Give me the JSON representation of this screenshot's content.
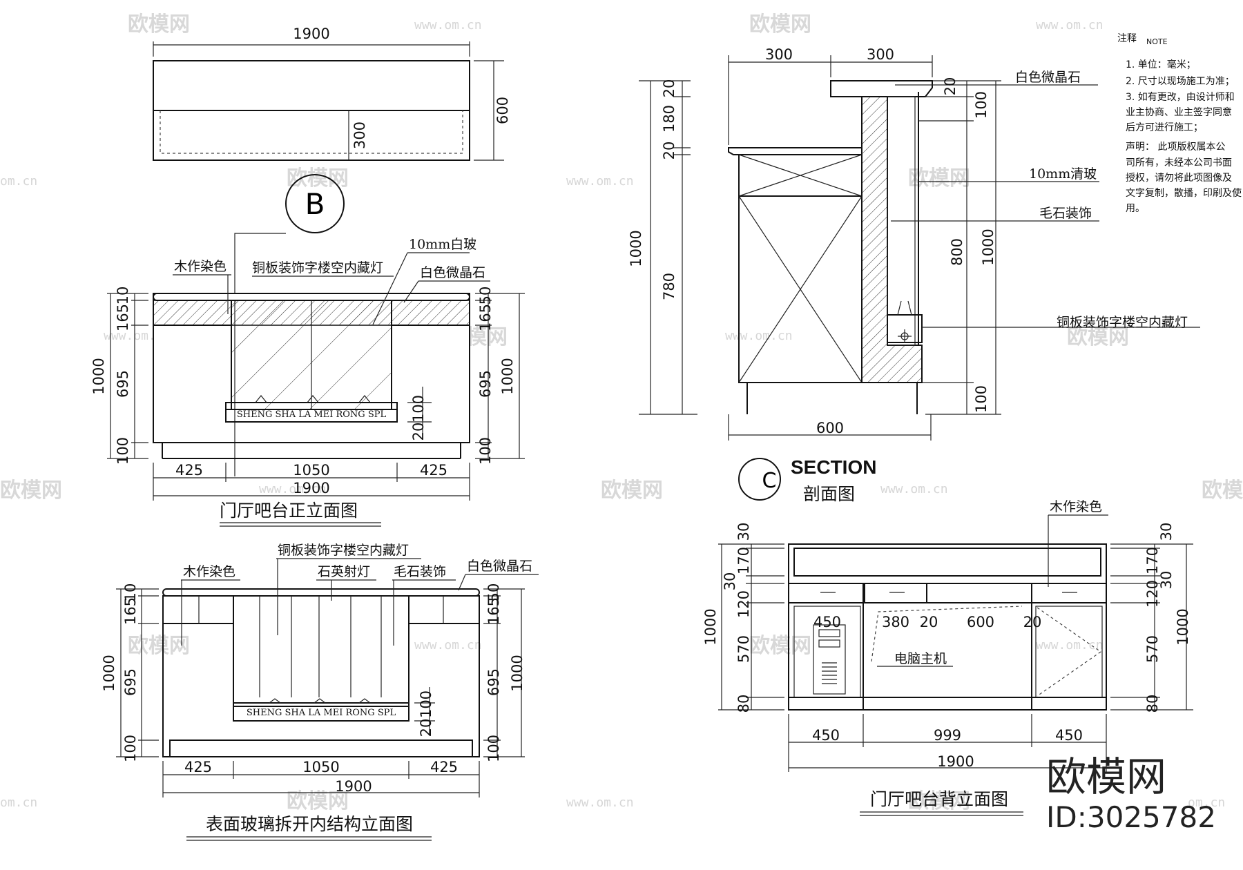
{
  "watermark": {
    "brand": "欧模网",
    "site": "www.om.cn",
    "site_short": "om.cn"
  },
  "brand_logo": {
    "name": "欧模网",
    "id": "ID:3025782"
  },
  "plan": {
    "dims": {
      "width": "1900",
      "depth": "600",
      "inner": "300"
    }
  },
  "callout_b": {
    "letter": "B"
  },
  "front": {
    "title": "门厅吧台正立面图",
    "labels": {
      "wood": "木作染色",
      "copper": "铜板装饰字楼空内藏灯",
      "glass": "10mm白玻",
      "stone": "白色微晶石"
    },
    "sign": "SHENG  SHA  LA  MEI  RONG  SPL",
    "dims": {
      "top_a": "10",
      "top_b": "50",
      "top_c": "165",
      "body": "695",
      "base": "100",
      "total": "1000",
      "left": "425",
      "mid": "1050",
      "right": "425",
      "width": "1900",
      "sub_a": "20",
      "sub_b": "100"
    }
  },
  "inner": {
    "title": "表面玻璃拆开内结构立面图",
    "labels": {
      "copper": "铜板装饰字楼空内藏灯",
      "wood": "木作染色",
      "quartz": "石英射灯",
      "rough": "毛石装饰",
      "stone": "白色微晶石"
    },
    "sign": "SHENG  SHA  LA  MEI  RONG  SPL",
    "dims": {
      "top_a": "10",
      "top_b": "50",
      "top_c": "165",
      "body": "695",
      "base": "100",
      "total": "1000",
      "left": "425",
      "mid": "1050",
      "right": "425",
      "width": "1900",
      "sub_a": "20",
      "sub_b": "100"
    }
  },
  "section": {
    "title_en": "SECTION",
    "title_cn": "剖面图",
    "letter": "C",
    "labels": {
      "stone": "白色微晶石",
      "clear_glass": "10mm清玻",
      "rough": "毛石装饰",
      "copper": "铜板装饰字楼空内藏灯"
    },
    "dims": {
      "w_a": "300",
      "w_b": "300",
      "depth": "600",
      "l_20a": "20",
      "l_180": "180",
      "l_20b": "20",
      "l_780": "780",
      "l_1000": "1000",
      "r_20": "20",
      "r_100a": "100",
      "r_800": "800",
      "r_1000": "1000",
      "r_100b": "100"
    }
  },
  "back": {
    "title": "门厅吧台背立面图",
    "labels": {
      "wood": "木作染色",
      "pc": "电脑主机"
    },
    "dims": {
      "l_30": "30",
      "l_170": "170",
      "l_30b": "30",
      "l_120": "120",
      "l_570": "570",
      "l_80": "80",
      "l_1000": "1000",
      "r_30": "30",
      "r_170": "170",
      "r_30b": "30",
      "r_120": "120",
      "r_570": "570",
      "r_80": "80",
      "r_1000": "1000",
      "i_450": "450",
      "i_380": "380",
      "i_20a": "20",
      "i_600": "600",
      "i_20b": "20",
      "b_left": "450",
      "b_mid": "999",
      "b_right": "450",
      "b_total": "1900"
    }
  },
  "notes": {
    "head_cn": "注释",
    "head_en": "NOTE",
    "lines": [
      "1. 单位：毫米；",
      "2. 尺寸以现场施工为准；",
      "3. 如有更改，由设计师和",
      "业主协商、业主签字同意",
      "后方可进行施工；"
    ],
    "decl": [
      "声明：  此项版权属本公",
      "司所有，未经本公司书面",
      "授权，请勿将此项图像及",
      "文字复制，散播，印刷及使",
      "用。"
    ]
  }
}
